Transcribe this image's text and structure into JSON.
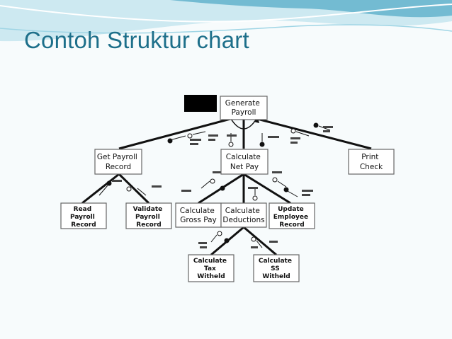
{
  "title": "Contoh Struktur chart",
  "colors": {
    "title": "#1d6f8a",
    "wave_dark": "#2a95b8",
    "wave_light": "#8fd0e3",
    "box_border": "#555555",
    "line": "#111111"
  },
  "modules": {
    "generate_payroll": [
      "Generate",
      "Payroll"
    ],
    "get_payroll_record": [
      "Get Payroll",
      "Record"
    ],
    "calculate_net_pay": [
      "Calculate",
      "Net Pay"
    ],
    "print_check": [
      "Print",
      "Check"
    ],
    "read_payroll_record": [
      "Read",
      "Payroll",
      "Record"
    ],
    "validate_payroll_record": [
      "Validate",
      "Payroll",
      "Record"
    ],
    "calculate_gross_pay": [
      "Calculate",
      "Gross Pay"
    ],
    "calculate_deductions": [
      "Calculate",
      "Deductions"
    ],
    "update_employee_record": [
      "Update",
      "Employee",
      "Record"
    ],
    "calculate_tax_witheld": [
      "Calculate",
      "Tax",
      "Witheld"
    ],
    "calculate_ss_witheld": [
      "Calculate",
      "SS",
      "Witheld"
    ]
  }
}
